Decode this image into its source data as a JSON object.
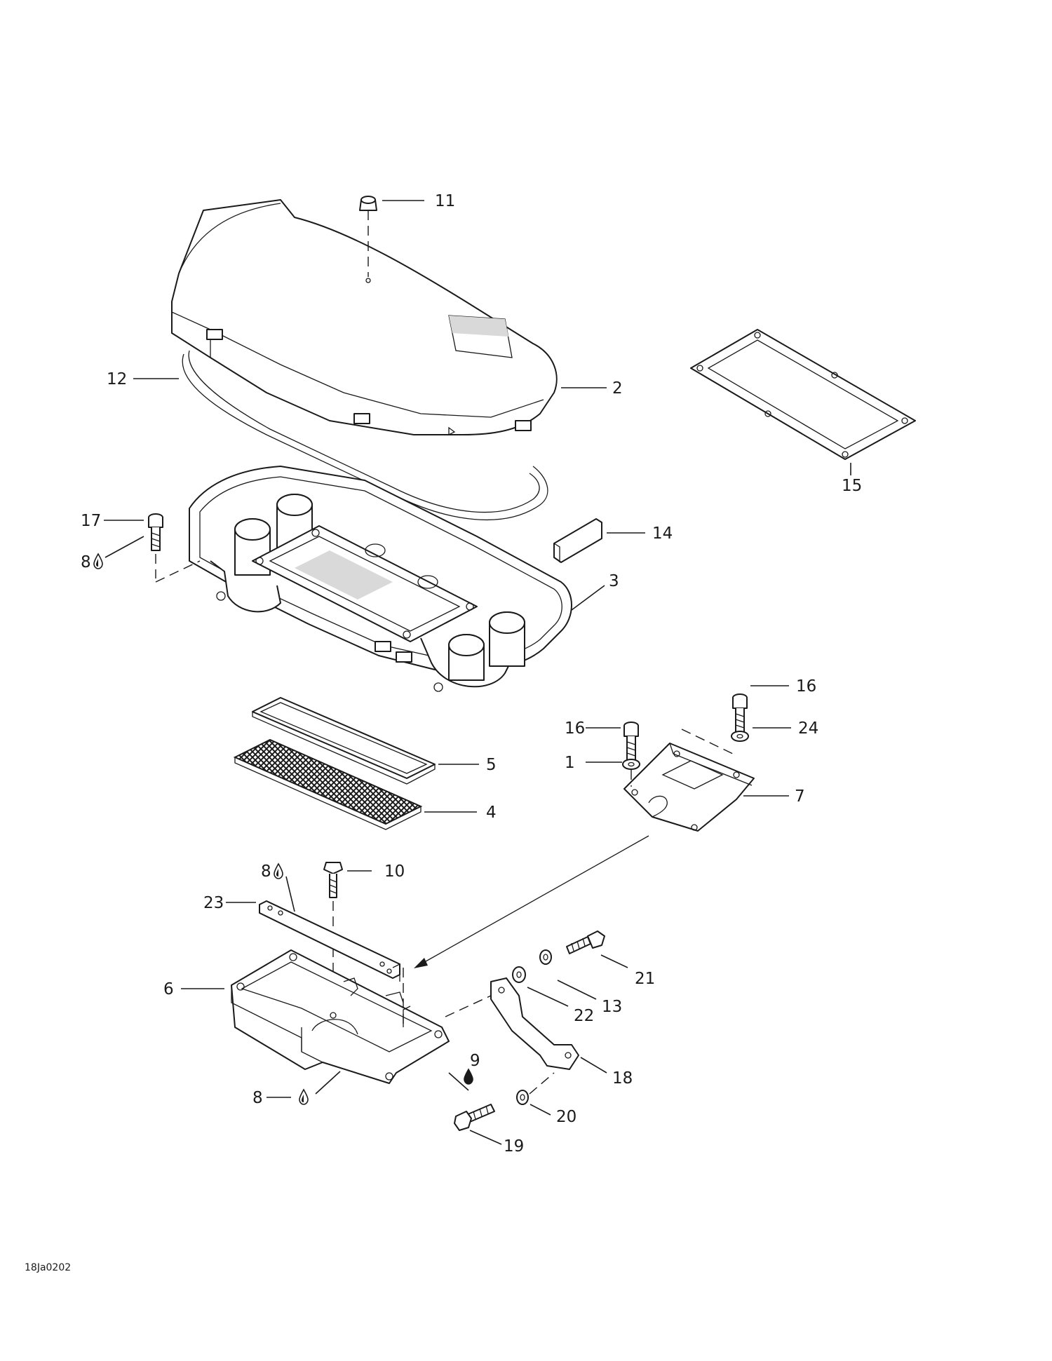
{
  "diagram": {
    "drawing_code": "18Ja0202",
    "callouts": [
      {
        "id": "11",
        "text": "11"
      },
      {
        "id": "12",
        "text": "12"
      },
      {
        "id": "2",
        "text": "2"
      },
      {
        "id": "15",
        "text": "15"
      },
      {
        "id": "17",
        "text": "17"
      },
      {
        "id": "8a",
        "text": "8"
      },
      {
        "id": "14",
        "text": "14"
      },
      {
        "id": "3",
        "text": "3"
      },
      {
        "id": "16a",
        "text": "16"
      },
      {
        "id": "16b",
        "text": "16"
      },
      {
        "id": "24",
        "text": "24"
      },
      {
        "id": "5",
        "text": "5"
      },
      {
        "id": "1",
        "text": "1"
      },
      {
        "id": "7",
        "text": "7"
      },
      {
        "id": "4",
        "text": "4"
      },
      {
        "id": "8b",
        "text": "8"
      },
      {
        "id": "10",
        "text": "10"
      },
      {
        "id": "23",
        "text": "23"
      },
      {
        "id": "21",
        "text": "21"
      },
      {
        "id": "6",
        "text": "6"
      },
      {
        "id": "13",
        "text": "13"
      },
      {
        "id": "22",
        "text": "22"
      },
      {
        "id": "9",
        "text": "9"
      },
      {
        "id": "18",
        "text": "18"
      },
      {
        "id": "8c",
        "text": "8"
      },
      {
        "id": "20",
        "text": "20"
      },
      {
        "id": "19",
        "text": "19"
      }
    ],
    "drop_icon": "lubricant-drop-icon"
  }
}
